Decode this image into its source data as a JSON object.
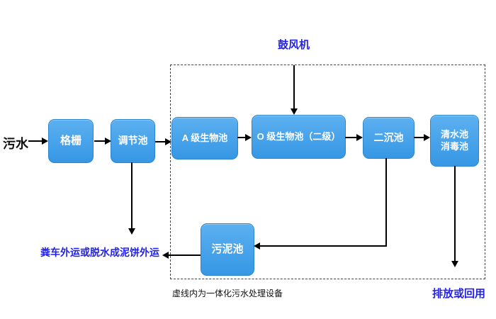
{
  "diagram": {
    "influent": "污水",
    "blower": "鼓风机",
    "nodes": {
      "grid": "格栅",
      "regulating": "调节池",
      "a_bio": "A 级生物池",
      "o_bio": "O 级生物池（二级）",
      "sec_sed": "二沉池",
      "clear_line1": "清水池",
      "clear_line2": "消毒池",
      "sludge": "污泥池"
    },
    "labels": {
      "sludge_out": "粪车外运或脱水成泥饼外运",
      "dashed_note": "虚线内为一体化污水处理设备",
      "discharge": "排放或回用"
    },
    "colors": {
      "node_fill": "#3f9fe8",
      "node_border": "#2b84cc",
      "annotation_blue": "#2222ee",
      "text_black": "#111111",
      "arrow_black": "#000000"
    },
    "edges": [
      {
        "from": "污水",
        "to": "格栅"
      },
      {
        "from": "格栅",
        "to": "调节池"
      },
      {
        "from": "调节池",
        "to": "A 级生物池"
      },
      {
        "from": "A 级生物池",
        "to": "O 级生物池（二级）"
      },
      {
        "from": "鼓风机",
        "to": "O 级生物池（二级）"
      },
      {
        "from": "O 级生物池（二级）",
        "to": "二沉池"
      },
      {
        "from": "二沉池",
        "to": "清水池/消毒池"
      },
      {
        "from": "二沉池",
        "to": "污泥池"
      },
      {
        "from": "污泥池",
        "to": "粪车外运或脱水成泥饼外运"
      },
      {
        "from": "调节池",
        "to": "粪车外运或脱水成泥饼外运"
      },
      {
        "from": "清水池/消毒池",
        "to": "排放或回用"
      }
    ]
  }
}
